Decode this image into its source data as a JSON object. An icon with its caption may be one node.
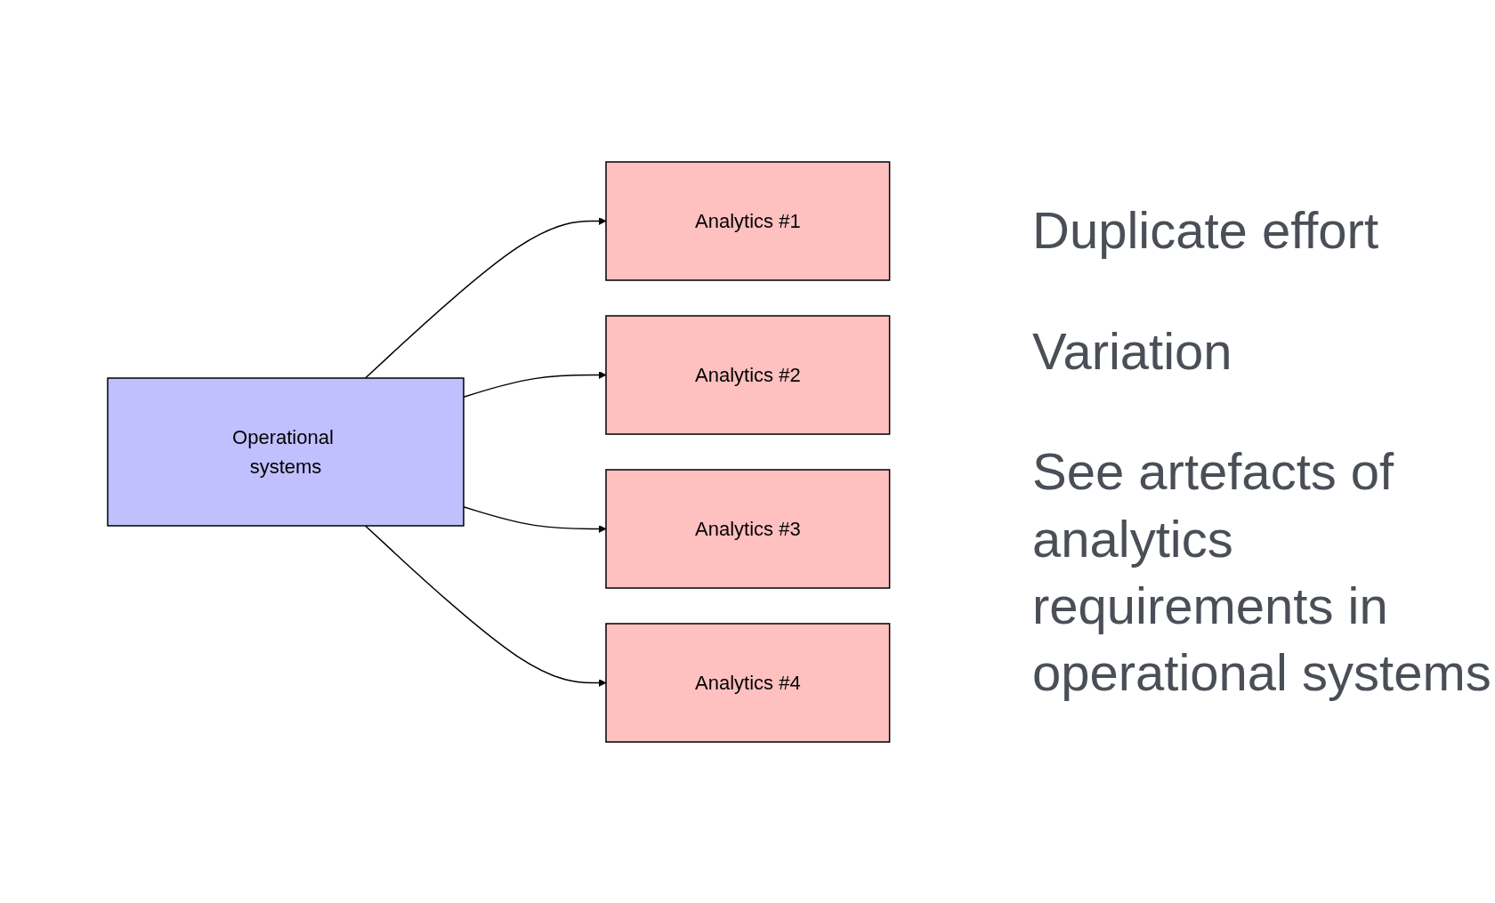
{
  "diagram": {
    "nodes": [
      {
        "text": [
          "Operational systems"
        ]
      },
      {
        "text": [
          "Analytics #1"
        ]
      },
      {
        "text": [
          "Analytics #2"
        ]
      },
      {
        "text": [
          "Analytics #3"
        ]
      },
      {
        "text": [
          "Analytics #4"
        ]
      }
    ],
    "edges": [
      {
        "from": 0,
        "to": 1,
        "arrow": "to"
      },
      {
        "from": 0,
        "to": 2,
        "arrow": "to"
      },
      {
        "from": 0,
        "to": 3,
        "arrow": "to"
      },
      {
        "from": 0,
        "to": 4,
        "arrow": "to"
      }
    ],
    "labels": [
      "Duplicate effort",
      "Variation",
      "See artefacts of analytics requirements in operational systems"
    ]
  }
}
